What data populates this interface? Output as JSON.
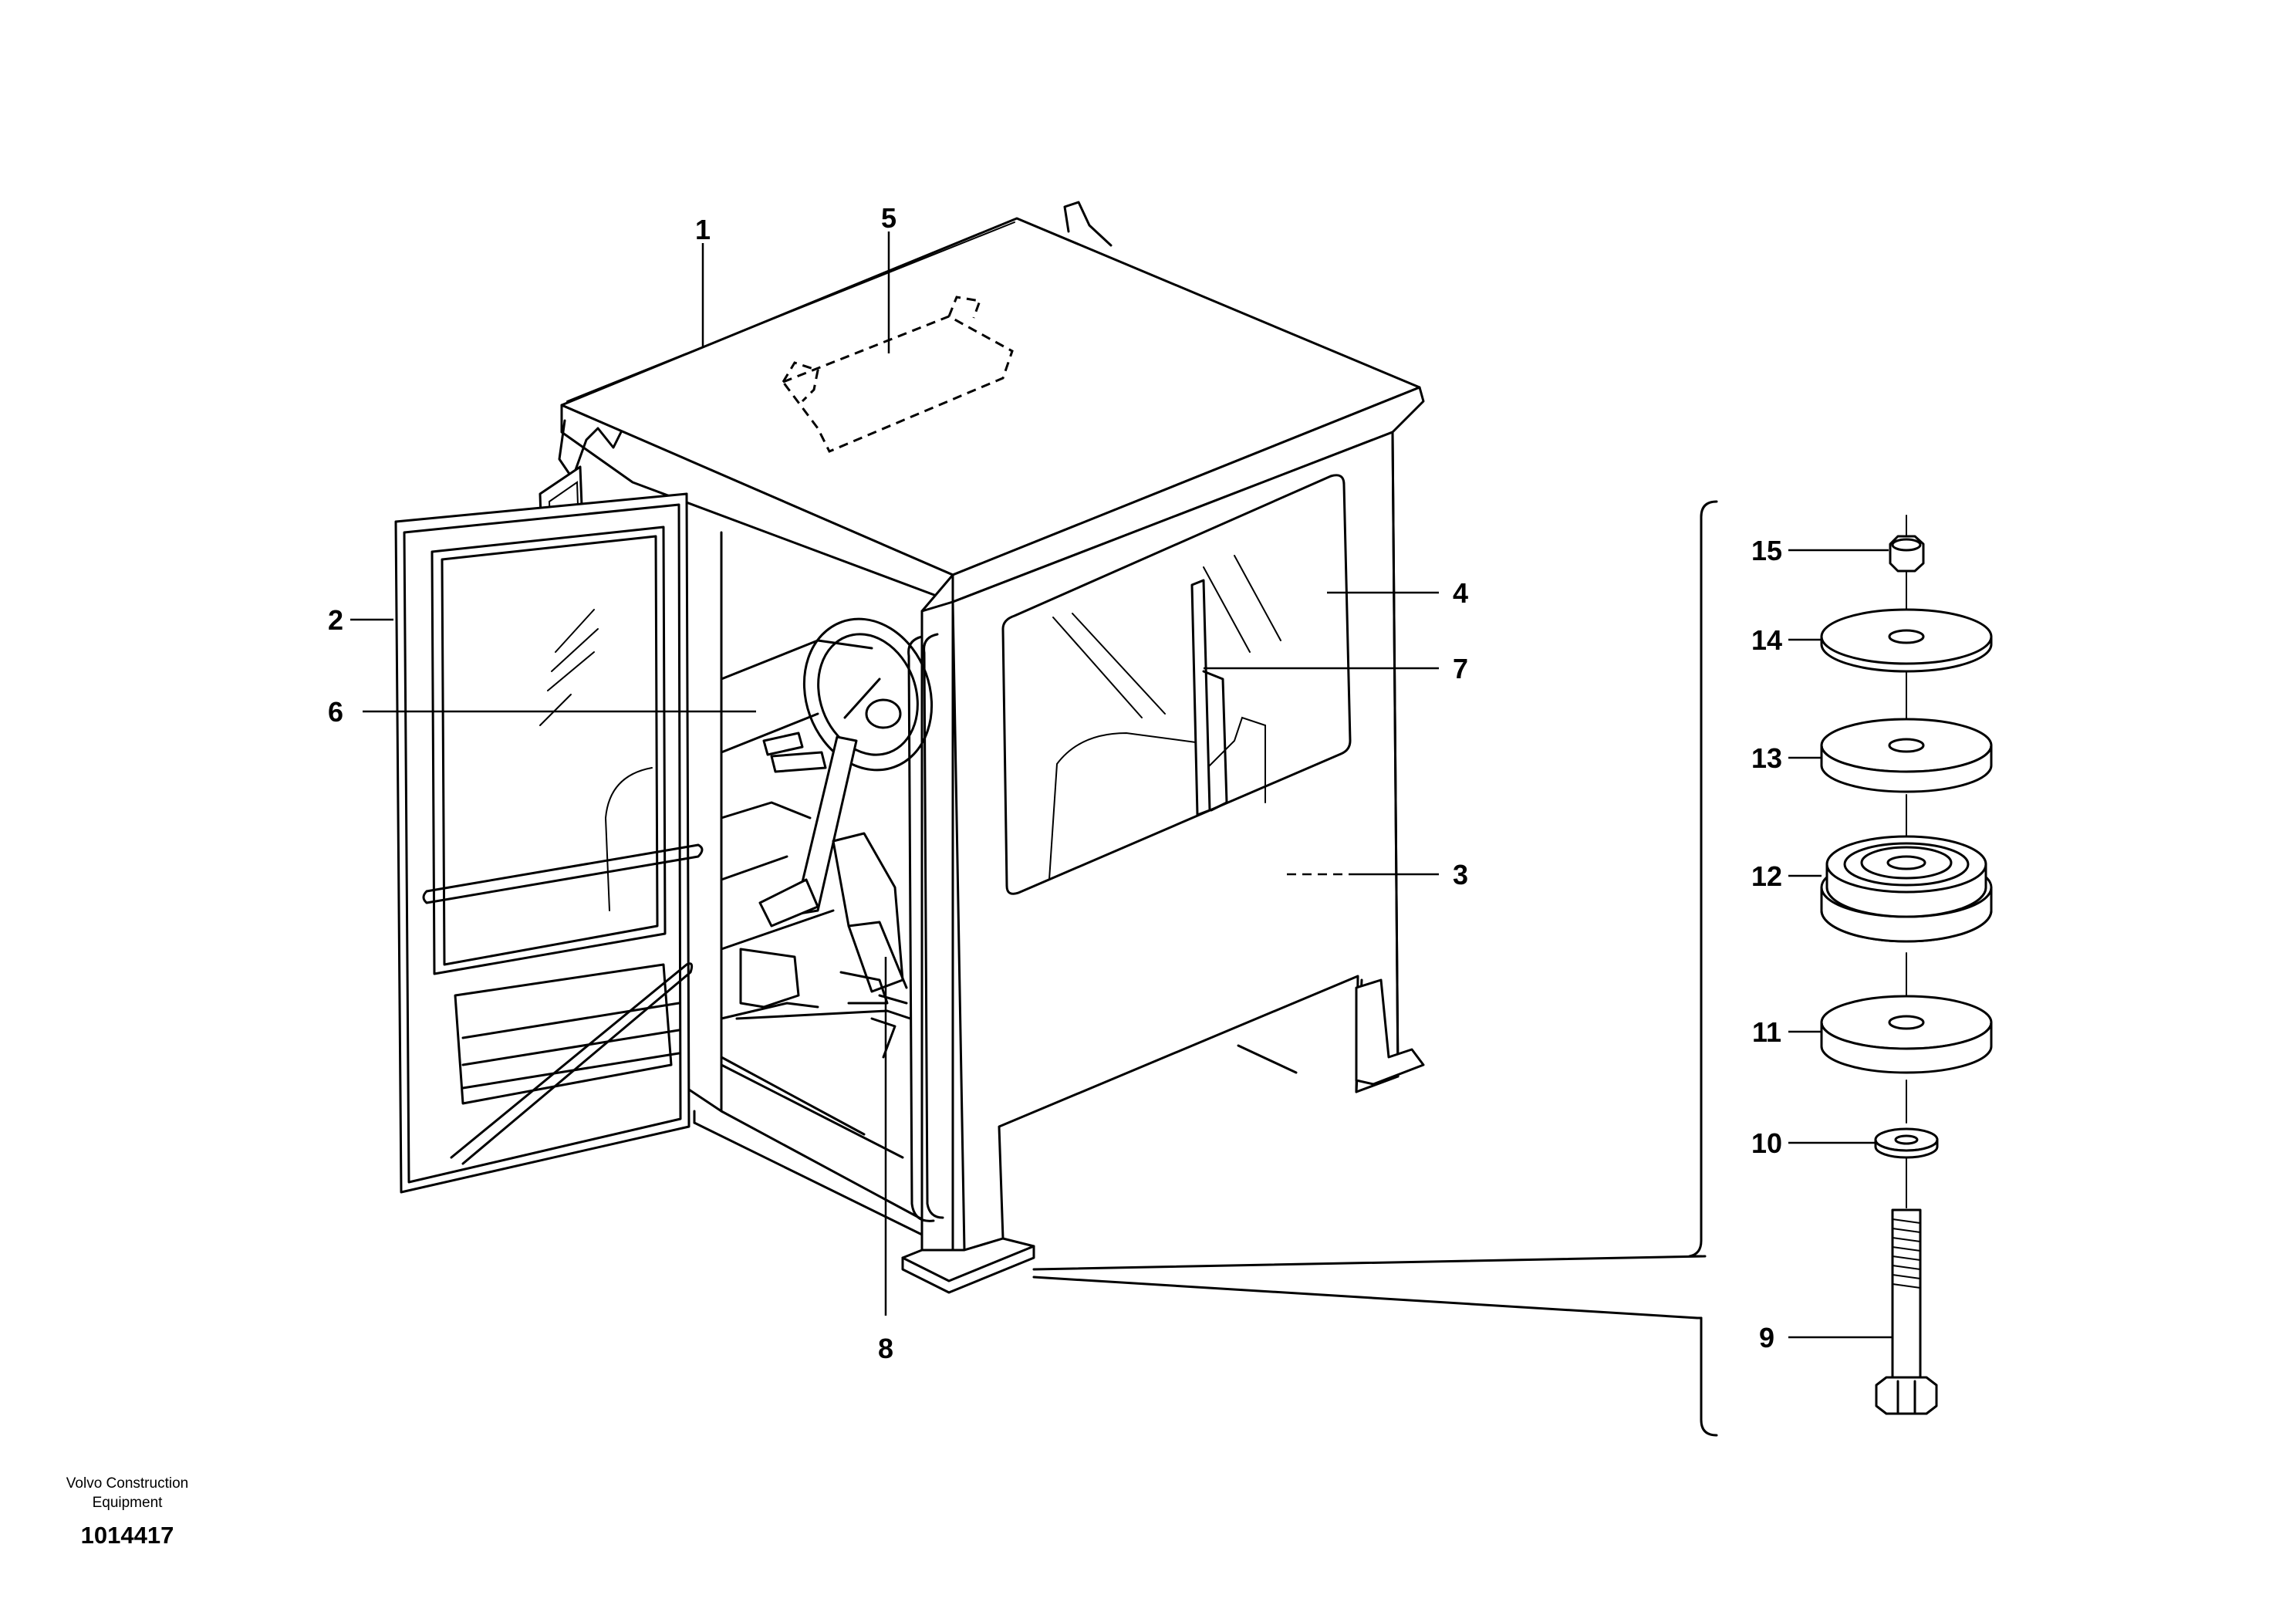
{
  "callouts": {
    "c1": "1",
    "c2": "2",
    "c3": "3",
    "c4": "4",
    "c5": "5",
    "c6": "6",
    "c7": "7",
    "c8": "8",
    "c9": "9",
    "c10": "10",
    "c11": "11",
    "c12": "12",
    "c13": "13",
    "c14": "14",
    "c15": "15"
  },
  "footer": {
    "company_line1": "Volvo Construction",
    "company_line2": "Equipment",
    "drawing_number": "1014417"
  }
}
